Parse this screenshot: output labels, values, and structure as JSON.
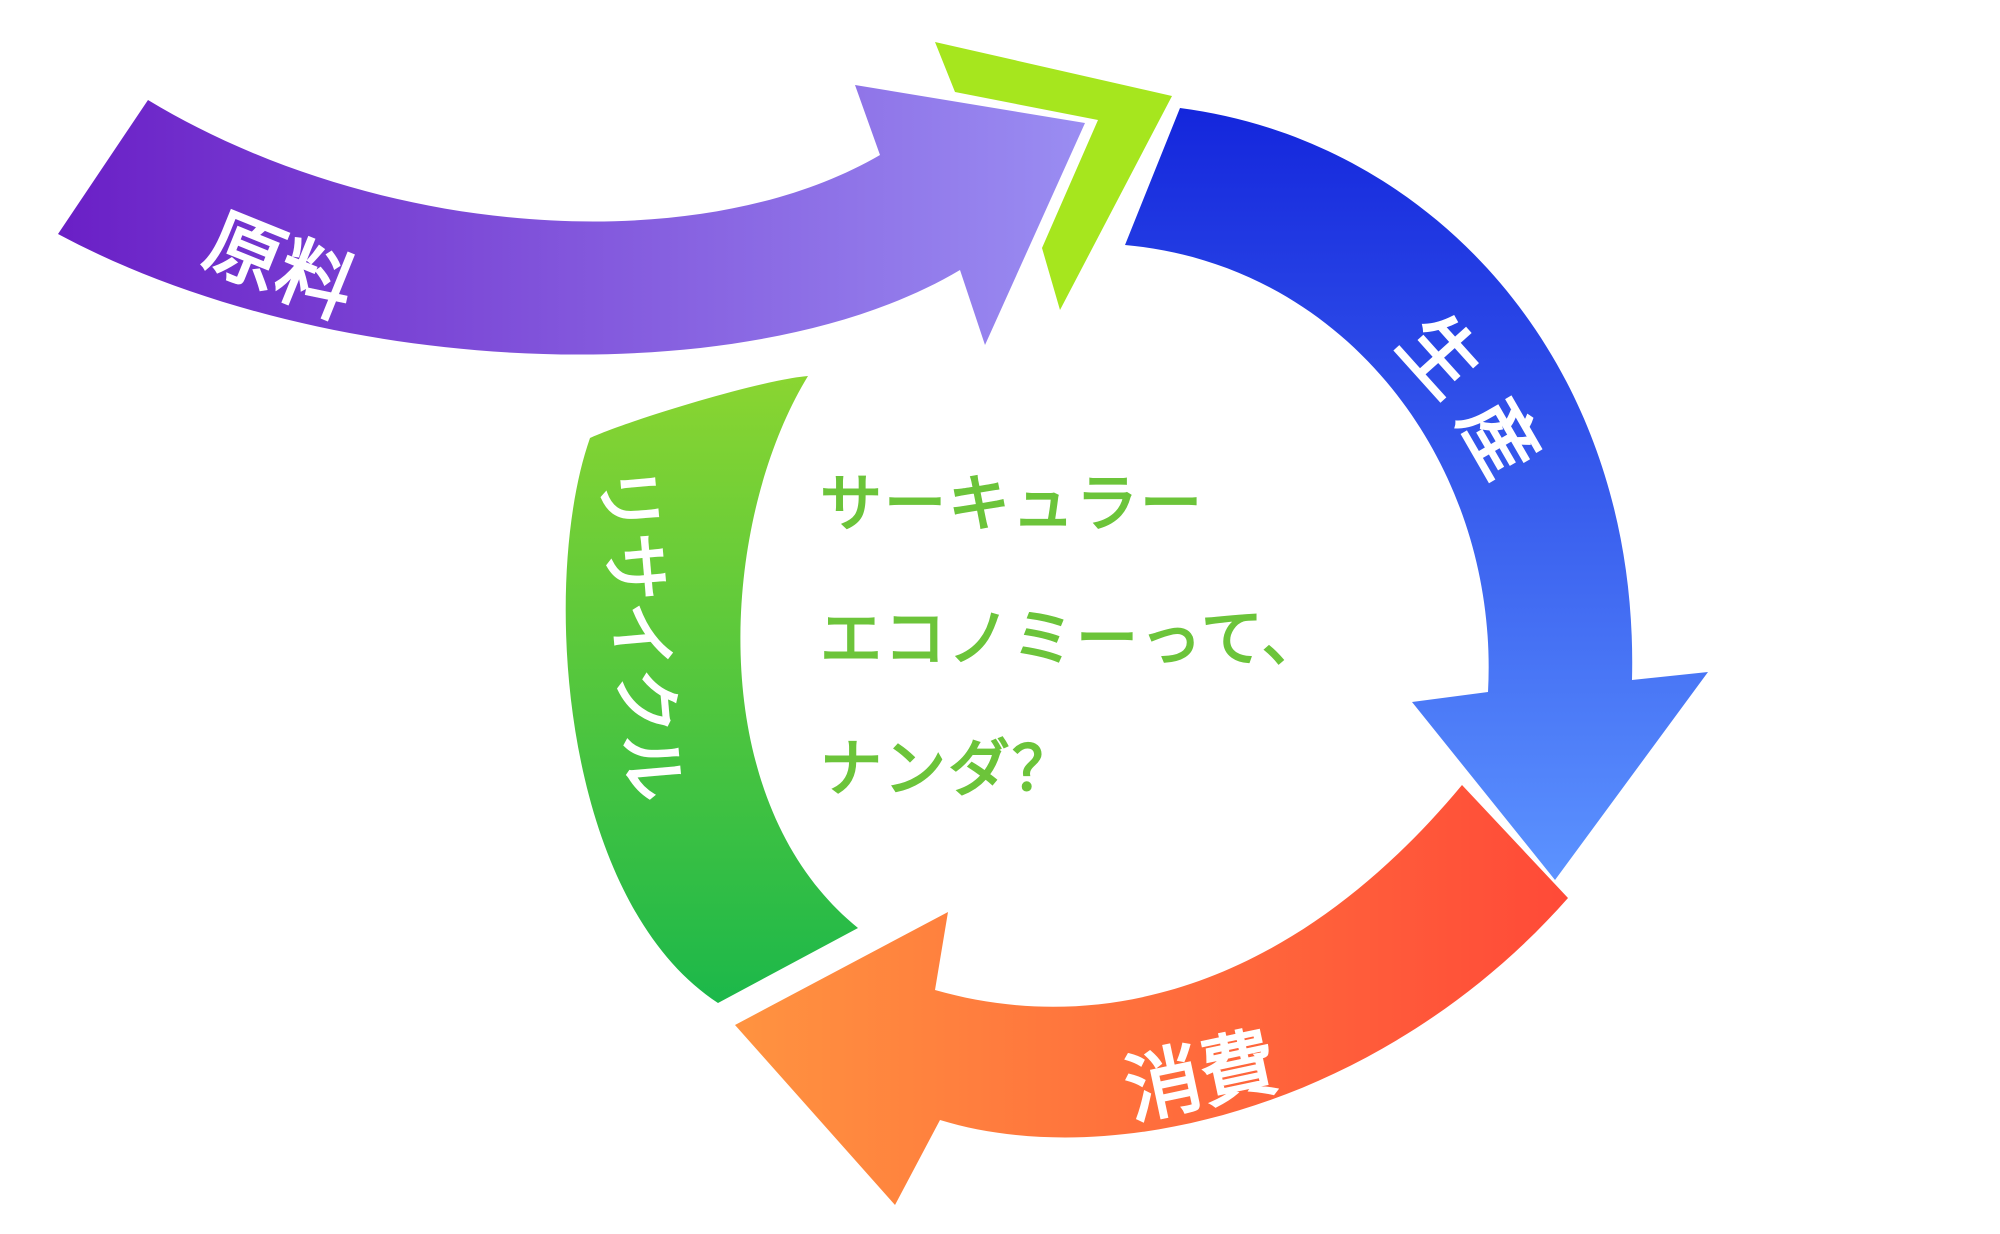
{
  "labels": {
    "raw_material": "原料",
    "production": "生産",
    "consumption": "消費",
    "recycle": "リサイクル"
  },
  "center_text": {
    "line1": "サーキュラー",
    "line2": "エコノミーって、",
    "line3": "ナンダ？"
  },
  "colors": {
    "raw_material_start": "#6A1FC6",
    "raw_material_end": "#9A8DF2",
    "production_start": "#1426DC",
    "production_end": "#5C93FF",
    "consumption_start": "#FF9340",
    "consumption_end": "#FF4A38",
    "recycle_start": "#8AD531",
    "recycle_end": "#1CB84A",
    "chevron": "#A6E61E",
    "center_text": "#6CC43A"
  }
}
